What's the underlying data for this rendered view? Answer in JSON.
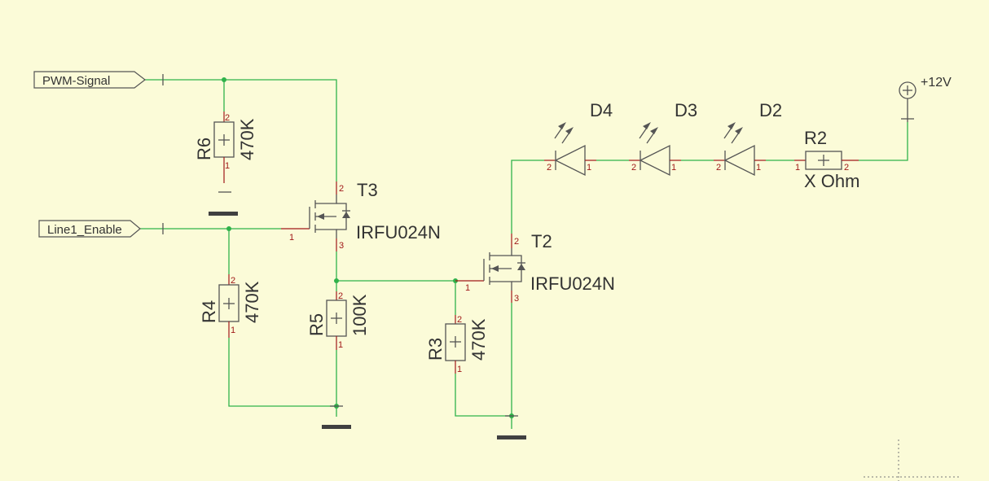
{
  "ports": {
    "pwm": "PWM-Signal",
    "line1": "Line1_Enable"
  },
  "power": {
    "label": "+12V"
  },
  "resistors": {
    "R6": {
      "name": "R6",
      "value": "470K"
    },
    "R4": {
      "name": "R4",
      "value": "470K"
    },
    "R5": {
      "name": "R5",
      "value": "100K"
    },
    "R3": {
      "name": "R3",
      "value": "470K"
    },
    "R2": {
      "name": "R2",
      "value": "X Ohm"
    }
  },
  "transistors": {
    "T3": {
      "name": "T3",
      "part": "IRFU024N"
    },
    "T2": {
      "name": "T2",
      "part": "IRFU024N"
    }
  },
  "leds": {
    "D4": {
      "name": "D4"
    },
    "D3": {
      "name": "D3"
    },
    "D2": {
      "name": "D2"
    }
  },
  "pins": {
    "p1": "1",
    "p2": "2",
    "p3": "3"
  },
  "colors": {
    "background": "#fbfbd8",
    "wire": "#2fb24a",
    "pin_lead": "#a01818",
    "body": "#555555",
    "ground": "#404040"
  }
}
